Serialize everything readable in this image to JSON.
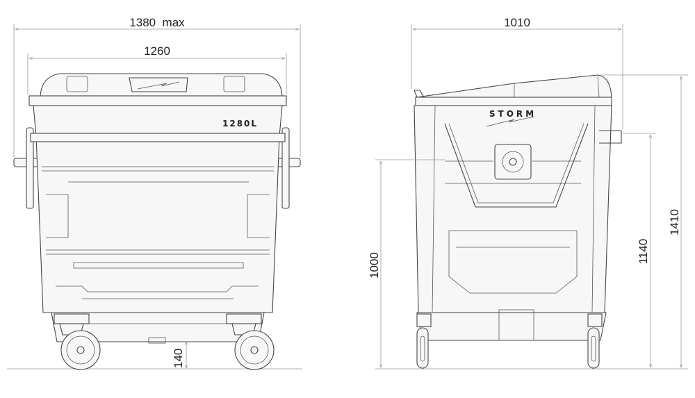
{
  "dimensions": {
    "front_width_max": "1380  max",
    "front_width": "1260",
    "side_width": "1010",
    "ground_clearance": "140",
    "height_rim": "1000",
    "height_handle": "1140",
    "height_total": "1410"
  },
  "labels": {
    "capacity": "1280L",
    "brand": "STORM"
  }
}
